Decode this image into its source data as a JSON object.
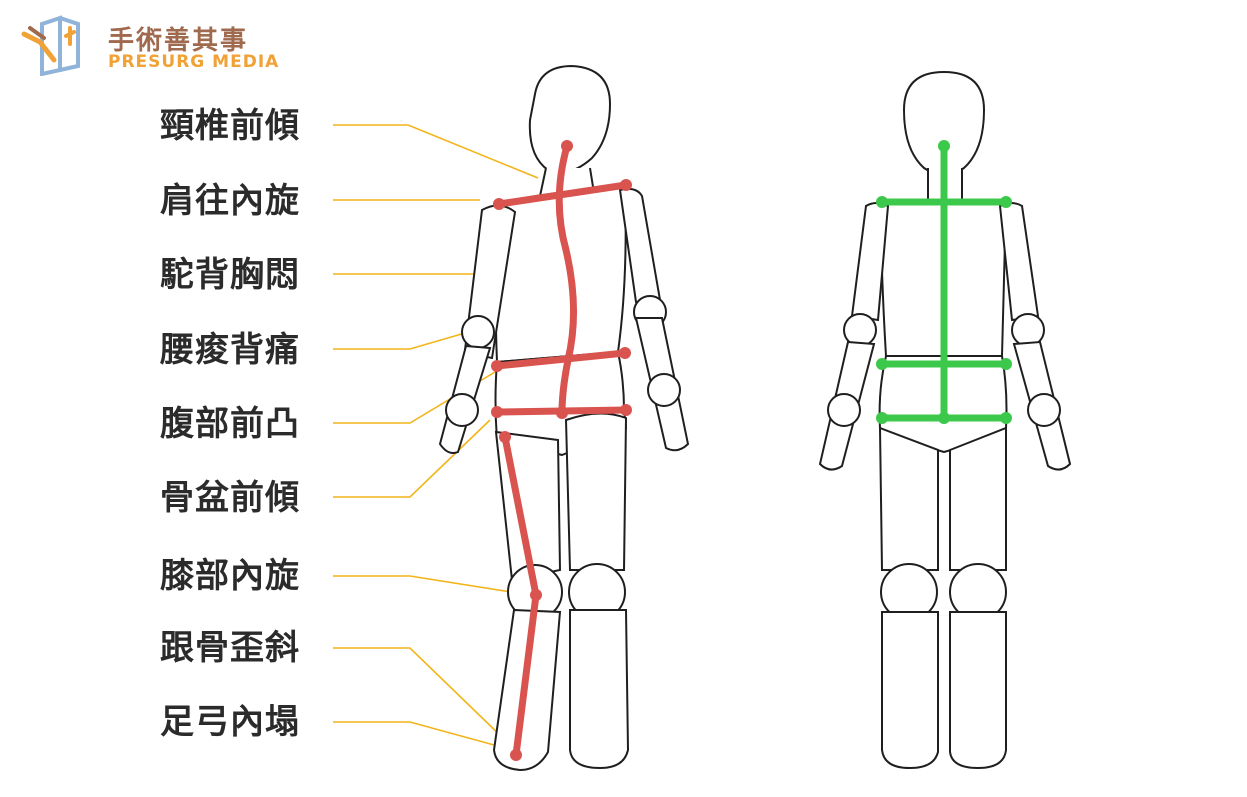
{
  "brand": {
    "name_cn": "手術善其事",
    "name_en": "PRESURG MEDIA",
    "colors": {
      "brown": "#a06a4f",
      "orange": "#f0a237",
      "blue": "#8fb3d9"
    }
  },
  "labels": [
    {
      "id": "cervical",
      "text": "頸椎前傾"
    },
    {
      "id": "shoulder",
      "text": "肩往內旋"
    },
    {
      "id": "hunchback",
      "text": "駝背胸悶"
    },
    {
      "id": "lumbar",
      "text": "腰痠背痛"
    },
    {
      "id": "abdomen",
      "text": "腹部前凸"
    },
    {
      "id": "pelvis",
      "text": "骨盆前傾"
    },
    {
      "id": "knee",
      "text": "膝部內旋"
    },
    {
      "id": "heel",
      "text": "跟骨歪斜"
    },
    {
      "id": "arch",
      "text": "足弓內塌"
    }
  ],
  "colors": {
    "outline": "#1f1f1f",
    "misaligned": "#d9534f",
    "aligned": "#3cc84a",
    "leader": "#f2b418",
    "text": "#2b2b2b"
  }
}
